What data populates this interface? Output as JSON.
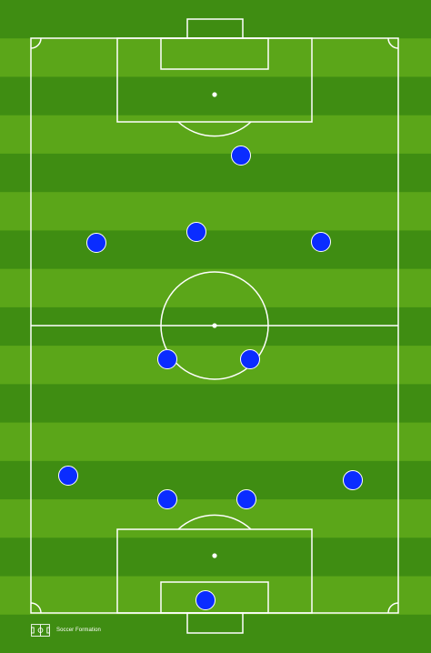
{
  "brand": {
    "title": "Soccer Formation",
    "icon": "pitch-icon"
  },
  "colors": {
    "stripe_dark": "#3f8d12",
    "stripe_light": "#5ba619",
    "line": "#ffffff",
    "player_fill": "#0a2cff",
    "player_stroke": "#ffffff"
  },
  "formation": {
    "players": [
      {
        "id": "goalkeeper"
      },
      {
        "id": "defender-left"
      },
      {
        "id": "defender-center-left"
      },
      {
        "id": "defender-center-right"
      },
      {
        "id": "defender-right"
      },
      {
        "id": "midfielder-center-left"
      },
      {
        "id": "midfielder-center-right"
      },
      {
        "id": "midfielder-left"
      },
      {
        "id": "midfielder-center"
      },
      {
        "id": "midfielder-right"
      },
      {
        "id": "forward"
      }
    ]
  }
}
